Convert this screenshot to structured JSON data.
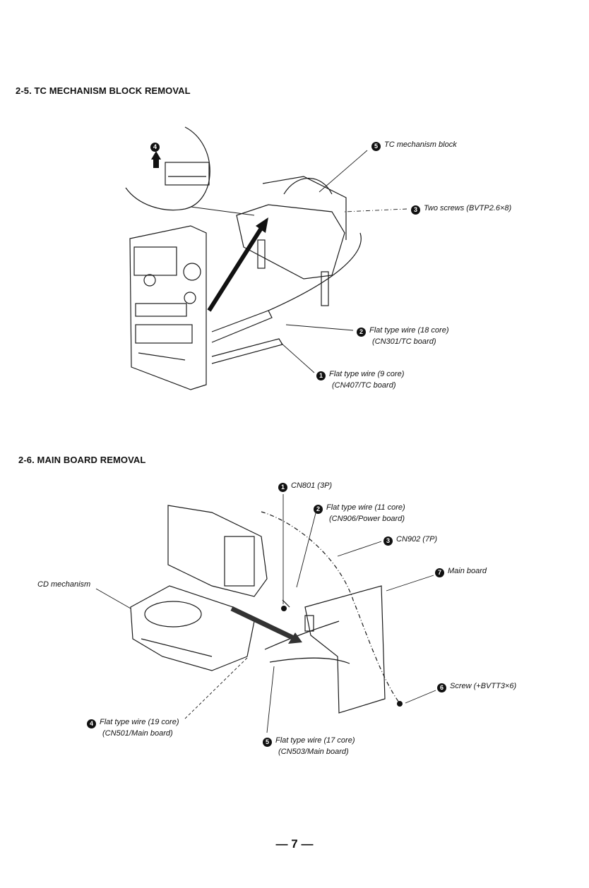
{
  "sections": [
    {
      "heading": "2-5. TC MECHANISM BLOCK REMOVAL",
      "callouts": [
        {
          "num": "5",
          "lines": [
            "TC mechanism block"
          ]
        },
        {
          "num": "3",
          "lines": [
            "Two screws (BVTP2.6×8)"
          ]
        },
        {
          "num": "2",
          "lines": [
            "Flat type wire (18 core)",
            "(CN301/TC board)"
          ]
        },
        {
          "num": "1",
          "lines": [
            "Flat type wire (9 core)",
            "(CN407/TC board)"
          ]
        },
        {
          "num": "4",
          "lines": []
        }
      ]
    },
    {
      "heading": "2-6. MAIN BOARD REMOVAL",
      "callouts": [
        {
          "num": "1",
          "lines": [
            "CN801 (3P)"
          ]
        },
        {
          "num": "2",
          "lines": [
            "Flat type wire (11 core)",
            "(CN906/Power board)"
          ]
        },
        {
          "num": "3",
          "lines": [
            "CN902 (7P)"
          ]
        },
        {
          "num": "7",
          "lines": [
            "Main board"
          ]
        },
        {
          "num": "",
          "lines": [
            "CD mechanism"
          ]
        },
        {
          "num": "6",
          "lines": [
            "Screw (+BVTT3×6)"
          ]
        },
        {
          "num": "4",
          "lines": [
            "Flat type wire (19 core)",
            "(CN501/Main board)"
          ]
        },
        {
          "num": "5",
          "lines": [
            "Flat type wire (17 core)",
            "(CN503/Main board)"
          ]
        }
      ]
    }
  ],
  "page_number": "— 7 —"
}
